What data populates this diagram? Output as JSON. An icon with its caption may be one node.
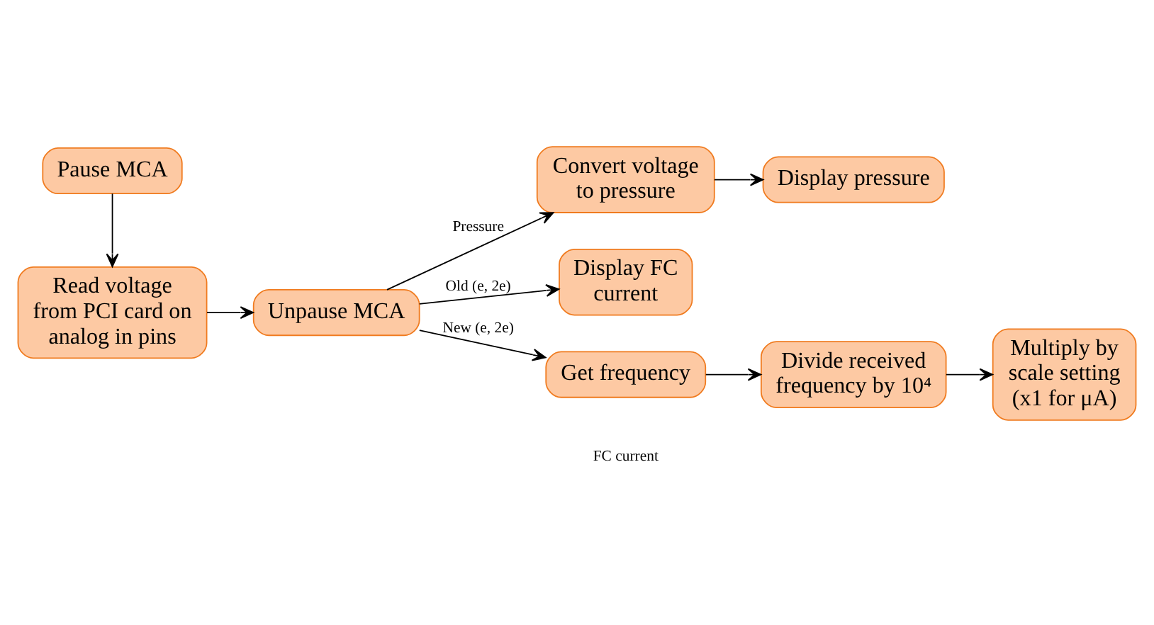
{
  "diagram": {
    "nodes": [
      {
        "text": [
          "Read voltage from PCI card on analog in pins"
        ]
      },
      {
        "text": [
          "Pause MCA"
        ]
      },
      {
        "text": [
          "Unpause MCA"
        ]
      },
      {
        "text": [
          "Convert voltage to pressure"
        ]
      },
      {
        "text": [
          "Display pressure"
        ]
      },
      {
        "text": [
          "Display FC current"
        ]
      },
      {
        "text": [
          "Get frequency"
        ]
      },
      {
        "text": [
          "Divide received frequency by 10⁴"
        ]
      },
      {
        "text": [
          "Multiply by scale setting (x1 for μA)"
        ]
      }
    ],
    "edges": [
      {
        "from": 1,
        "to": 0,
        "arrow": "to"
      },
      {
        "from": 0,
        "to": 2,
        "arrow": "to"
      },
      {
        "from": 2,
        "to": 3,
        "arrow": "to",
        "label": "Pressure"
      },
      {
        "from": 3,
        "to": 4,
        "arrow": "to"
      },
      {
        "from": 2,
        "to": 5,
        "arrow": "to",
        "label": "Old (e, 2e)"
      },
      {
        "from": 2,
        "to": 6,
        "arrow": "to",
        "label": "New (e, 2e)"
      },
      {
        "from": 6,
        "to": 7,
        "arrow": "to"
      },
      {
        "from": 7,
        "to": 8,
        "arrow": "to"
      }
    ],
    "labels": [
      "FC current"
    ]
  }
}
